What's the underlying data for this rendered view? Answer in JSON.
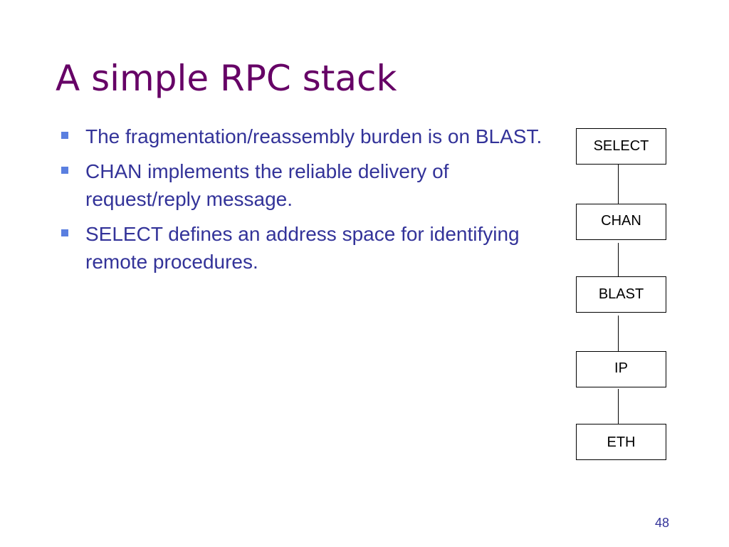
{
  "slide": {
    "title": "A simple RPC stack",
    "page_number": "48"
  },
  "bullets": [
    {
      "text": "The fragmentation/reassembly burden is on BLAST."
    },
    {
      "text": "CHAN implements the reliable delivery of request/reply message."
    },
    {
      "text": "SELECT defines an address space for identifying remote procedures."
    }
  ],
  "stack": {
    "layers": [
      "SELECT",
      "CHAN",
      "BLAST",
      "IP",
      "ETH"
    ]
  },
  "colors": {
    "title": "#660066",
    "body_text": "#333399",
    "bullet_marker": "#5a7fe0",
    "box_border": "#000000"
  }
}
